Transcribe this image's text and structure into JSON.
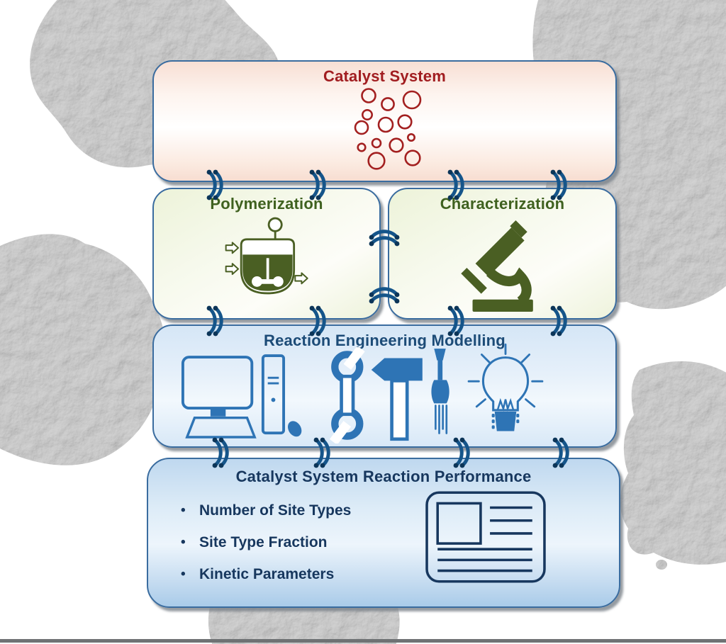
{
  "diagram": {
    "top_box": {
      "title": "Catalyst System",
      "icon": "catalyst-particle-circles"
    },
    "row2": {
      "polymerization": {
        "title": "Polymerization",
        "icon": "stirred-tank-reactor"
      },
      "characterization": {
        "title": "Characterization",
        "icon": "microscope"
      }
    },
    "row3": {
      "title": "Reaction Engineering Modelling",
      "icons": [
        "desktop-computer",
        "wrench-hammer-screwdriver-tools",
        "lightbulb-idea"
      ]
    },
    "row4": {
      "title": "Catalyst System Reaction Performance",
      "bullet_char": "•",
      "bullets": [
        "Number of Site Types",
        "Site Type Fraction",
        "Kinetic Parameters"
      ],
      "icon": "report-document"
    },
    "connector_icon": "double-stitch-link",
    "background": "sem-micrograph-catalyst-particles",
    "colors": {
      "title_red": "#A11D20",
      "title_green": "#3F611F",
      "title_navy": "#1C4B77",
      "text_deep_navy": "#17375E",
      "icon_olive_green": "#4A5F23",
      "icon_blue": "#2E74B5",
      "connector_blue": "#15558A",
      "box_border_blue": "#3A6C9F"
    }
  }
}
